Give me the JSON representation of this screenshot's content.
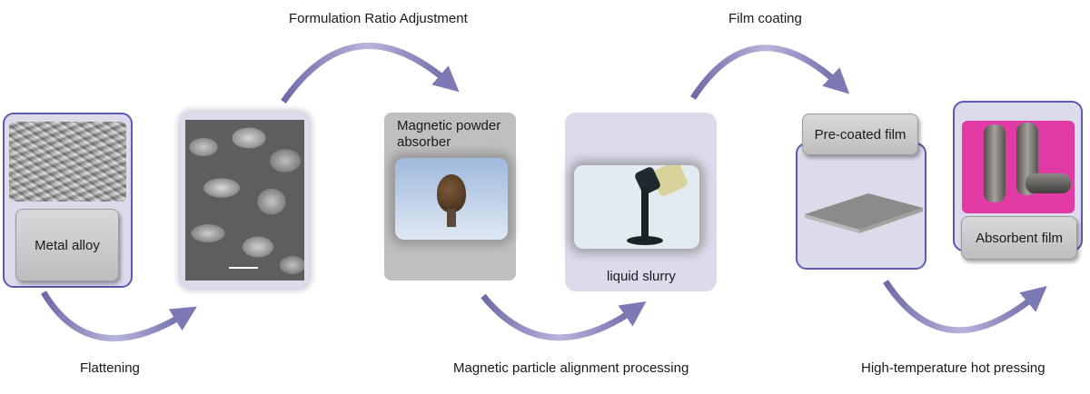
{
  "steps": {
    "metal_alloy": "Metal alloy",
    "magnetic_powder": "Magnetic powder\nabsorber",
    "liquid_slurry": "liquid slurry",
    "precoated_film": "Pre-coated film",
    "absorbent_film": "Absorbent film"
  },
  "processes": {
    "flattening": "Flattening",
    "formulation": "Formulation Ratio Adjustment",
    "alignment": "Magnetic particle alignment processing",
    "coating": "Film coating",
    "hot_pressing": "High-temperature hot pressing"
  },
  "colors": {
    "card_border": "#5b5bb0",
    "card_fill": "#dcdbec",
    "arrow": "#8c88c0"
  }
}
